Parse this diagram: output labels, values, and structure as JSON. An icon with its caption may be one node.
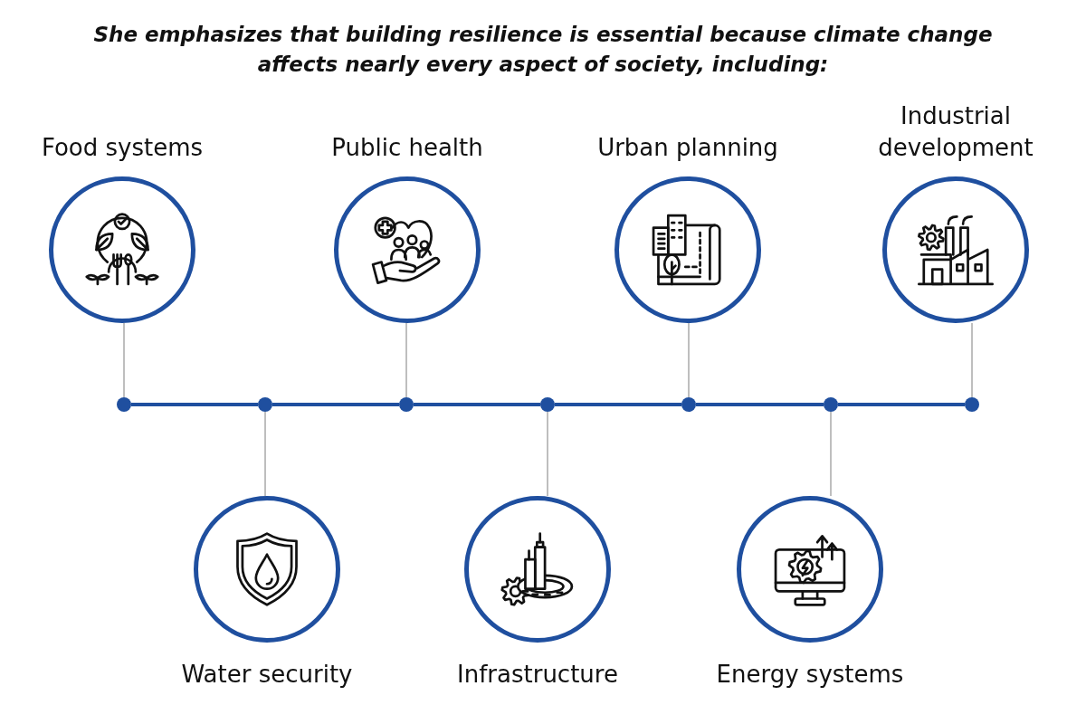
{
  "diagram": {
    "title": "She emphasizes that building resilience is essential because climate change affects nearly every aspect of society, including:",
    "nodes": [
      {
        "text": [
          "Food systems"
        ]
      },
      {
        "text": [
          "Water security"
        ]
      },
      {
        "text": [
          "Public health"
        ]
      },
      {
        "text": [
          "Infrastructure"
        ]
      },
      {
        "text": [
          "Urban planning"
        ]
      },
      {
        "text": [
          "Energy systems"
        ]
      },
      {
        "text": [
          "Industrial development"
        ]
      },
      {
        "text": [],
        "shape": "circle"
      },
      {
        "text": [],
        "shape": "circle"
      },
      {
        "text": [],
        "shape": "circle"
      },
      {
        "text": [],
        "shape": "circle"
      },
      {
        "text": [],
        "shape": "circle"
      },
      {
        "text": [],
        "shape": "circle"
      },
      {
        "text": [],
        "shape": "circle"
      }
    ],
    "edges": [
      {
        "from": 0,
        "to": 7,
        "arrow": "none"
      },
      {
        "from": 1,
        "to": 8,
        "arrow": "none"
      },
      {
        "from": 2,
        "to": 9,
        "arrow": "none"
      },
      {
        "from": 3,
        "to": 10,
        "arrow": "none"
      },
      {
        "from": 4,
        "to": 11,
        "arrow": "none"
      },
      {
        "from": 5,
        "to": 12,
        "arrow": "none"
      },
      {
        "from": 6,
        "to": 13,
        "arrow": "none"
      },
      {
        "from": 7,
        "to": 8,
        "arrow": "none",
        "style": "thick",
        "color": "#1f4f9f"
      },
      {
        "from": 8,
        "to": 9,
        "arrow": "none",
        "style": "thick",
        "color": "#1f4f9f"
      },
      {
        "from": 9,
        "to": 10,
        "arrow": "none",
        "style": "thick",
        "color": "#1f4f9f"
      },
      {
        "from": 10,
        "to": 11,
        "arrow": "none",
        "style": "thick",
        "color": "#1f4f9f"
      },
      {
        "from": 11,
        "to": 12,
        "arrow": "none",
        "style": "thick",
        "color": "#1f4f9f"
      },
      {
        "from": 12,
        "to": 13,
        "arrow": "none",
        "style": "thick",
        "color": "#1f4f9f"
      }
    ]
  }
}
